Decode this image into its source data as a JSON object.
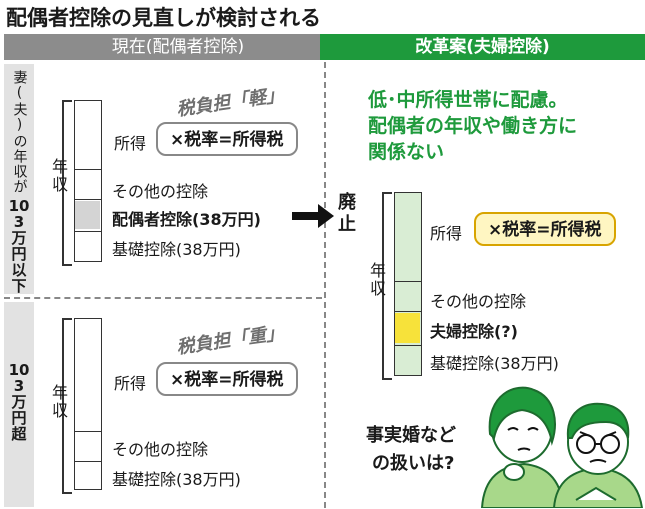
{
  "title": "配偶者控除の見直しが検討される",
  "header": {
    "current": "現在(配偶者控除)",
    "reform": "改革案(夫婦控除)"
  },
  "left_top": {
    "side_top": "妻(夫)の年収が",
    "side_num": "103万円以下",
    "burden": "税負担「軽」",
    "annual_income": "年収",
    "income": "所得",
    "formula": "×税率=所得税",
    "other": "その他の控除",
    "spouse": "配偶者控除(38万円)",
    "basic": "基礎控除(38万円)"
  },
  "arrow_label": "廃止",
  "left_bottom": {
    "side_num": "103万円超",
    "burden": "税負担「重」",
    "annual_income": "年収",
    "income": "所得",
    "formula": "×税率=所得税",
    "other": "その他の控除",
    "basic": "基礎控除(38万円)"
  },
  "right": {
    "headline": [
      "低･中所得世帯に配慮。",
      "配偶者の年収や働き方に",
      "関係ない"
    ],
    "annual_income": "年収",
    "income": "所得",
    "formula": "×税率=所得税",
    "other": "その他の控除",
    "couple": "夫婦控除(?)",
    "basic": "基礎控除(38万円)",
    "question": [
      "事実婚など",
      "の扱いは?"
    ]
  },
  "colors": {
    "green": "#1e9a3c",
    "bar_green": "#d9edd4",
    "highlight_yellow": "#f7e23a",
    "gray_header": "#8c8c8c"
  }
}
